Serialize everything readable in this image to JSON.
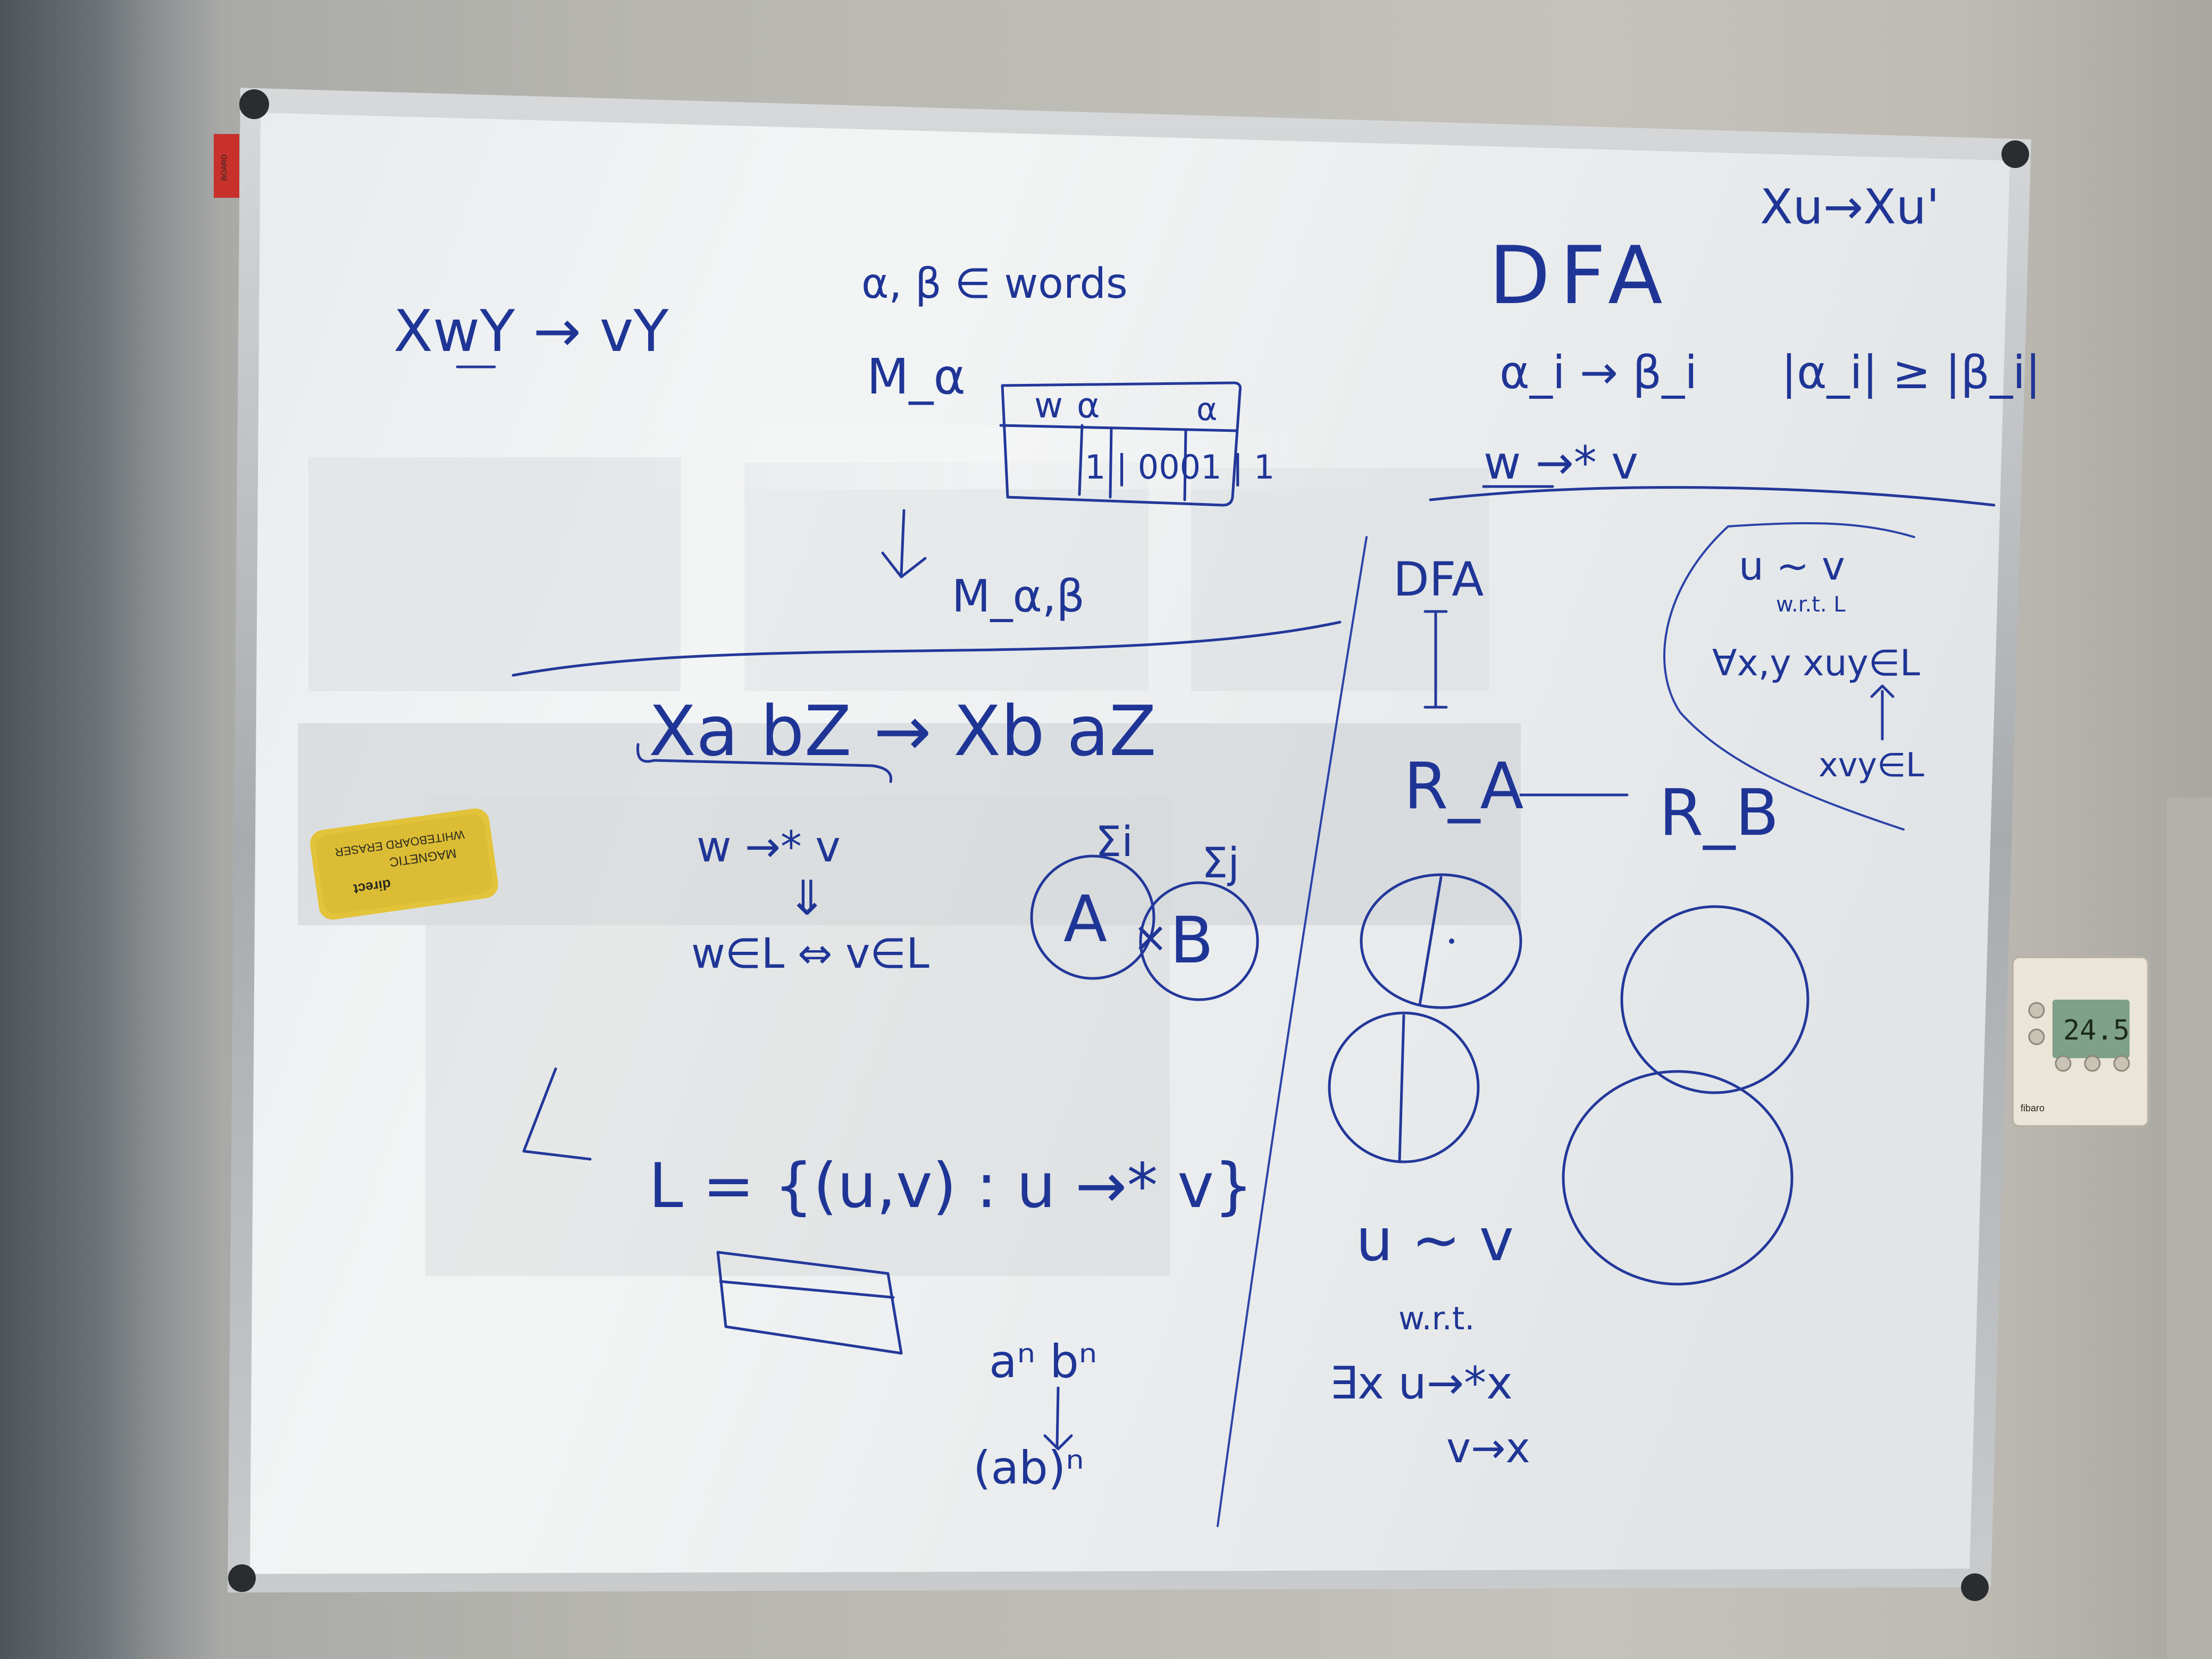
{
  "board": {
    "notes": {
      "top_right_rule": "Xu→Xu'",
      "heading_dfa": "DFA",
      "alpha_beta_rule": "α_i → β_i",
      "length_condition": "|α_i| ≥ |β_i|",
      "reach_rule": "w →* v",
      "alpha_beta_words": "α, β ∈ words",
      "m_alpha": "M_α",
      "tape_header_w": "w",
      "tape_header_alpha": "α",
      "tape_header_alpha2": "α",
      "tape_cells": "1 | 0001 | 1",
      "m_alpha_beta": "M_α,β",
      "xwy_rule": "XwY → vY",
      "xab_rule": "Xa  bZ → Xb  aZ",
      "w_reach_v": "w →* v",
      "implies_arrow": "⇓",
      "membership_equiv": "w∈L ⇔ v∈L",
      "sigma_i": "Σi",
      "sigma_j": "Σj",
      "circle_a": "A",
      "times": "×",
      "circle_b": "B",
      "dfa_right": "DFA",
      "r_a": "R_A",
      "r_b": "R_B",
      "congruence": "u ∼ v",
      "congruence_sub": "w.r.t. L",
      "for_all_xy": "∀x,y  xuy∈L",
      "xvy_in_l": "xvy∈L",
      "big_l_set": "L = {(u,v) : u →* v}",
      "a_n_b_n": "aⁿ bⁿ",
      "ab_n": "(ab)ⁿ",
      "u_sim_v": "u ∼ v",
      "wrt": "w.r.t.",
      "exists_x": "∃x  u→*x",
      "v_to_x": "v→x"
    }
  },
  "eraser": {
    "brand": "direct",
    "line1": "MAGNETIC",
    "line2": "WHITEBOARD ERASER"
  },
  "thermostat": {
    "display": "24.5",
    "brand": "fibaro"
  },
  "label_tag": {
    "text": "BOARD"
  },
  "colors": {
    "marker": "#23389a",
    "eraser": "#e2c33a",
    "board": "#eef0f0",
    "frame": "#b9bcbf"
  }
}
